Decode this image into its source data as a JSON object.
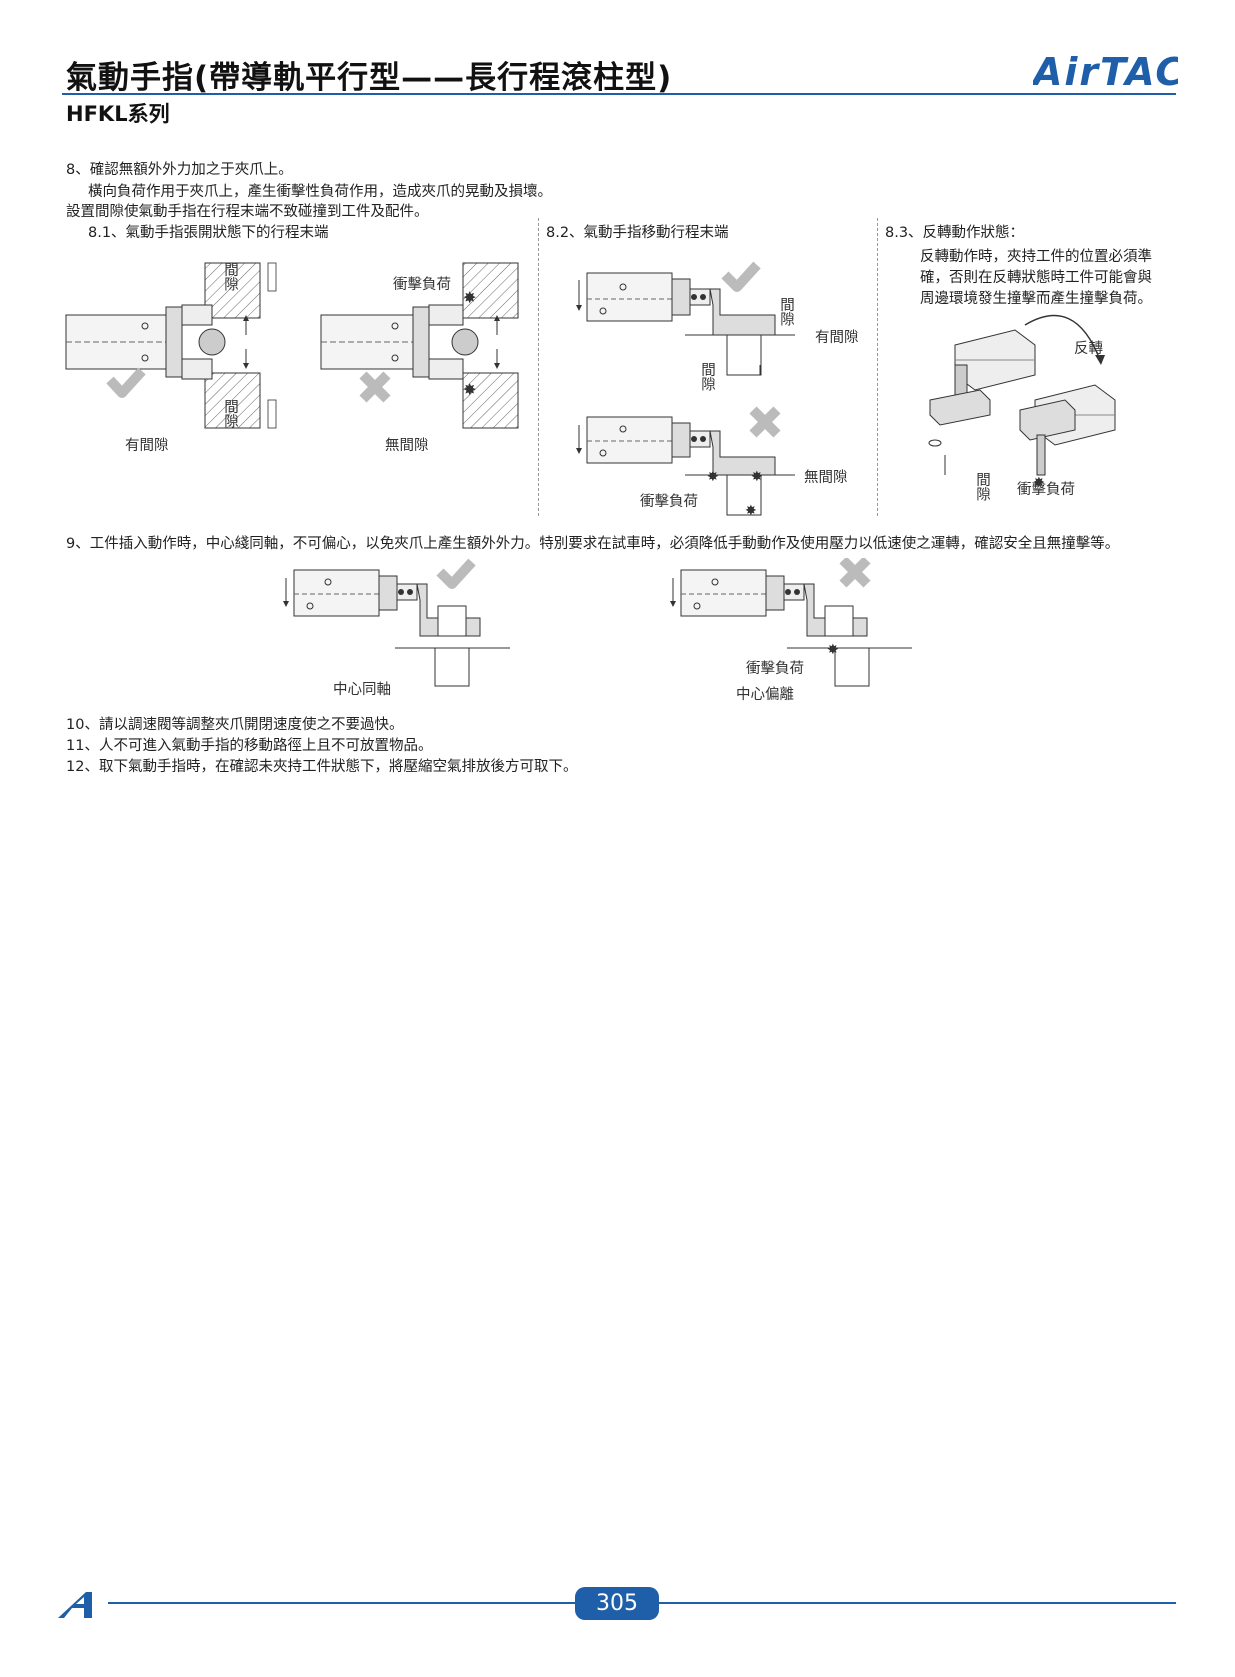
{
  "header": {
    "title": "氣動手指(帶導軌平行型——長行程滾柱型)",
    "series": "HFKL系列",
    "brand": "AirTAC",
    "rule_color": "#1f5ea8"
  },
  "section8": {
    "heading": "8、確認無額外外力加之于夾爪上。",
    "line2": "橫向負荷作用于夾爪上，產生衝擊性負荷作用，造成夾爪的晃動及損壞。",
    "line3": "設置間隙使氣動手指在行程末端不致碰撞到工件及配件。",
    "sub81": "8.1、氣動手指張開狀態下的行程末端",
    "sub82": "8.2、氣動手指移動行程末端",
    "sub83": "8.3、反轉動作狀態：",
    "sub83_desc1": "反轉動作時，夾持工件的位置必須準",
    "sub83_desc2": "確，否則在反轉狀態時工件可能會與",
    "sub83_desc3": "周邊環境發生撞擊而產生撞擊負荷。"
  },
  "labels": {
    "gap": "間隙",
    "has_gap": "有間隙",
    "no_gap": "無間隙",
    "impact_load": "衝擊負荷",
    "reverse": "反轉",
    "coaxial": "中心同軸",
    "offset": "中心偏離"
  },
  "section9": {
    "text": "9、工件插入動作時，中心綫同軸，不可偏心，以免夾爪上產生額外外力。特別要求在試車時，必須降低手動動作及使用壓力以低速使之運轉，確認安全且無撞擊等。"
  },
  "notes": [
    "10、請以調速閥等調整夾爪開閉速度使之不要過快。",
    "11、人不可進入氣動手指的移動路徑上且不可放置物品。",
    "12、取下氣動手指時，在確認未夾持工件狀態下，將壓縮空氣排放後方可取下。"
  ],
  "footer": {
    "page": "305",
    "accent": "#1f5ea8"
  }
}
